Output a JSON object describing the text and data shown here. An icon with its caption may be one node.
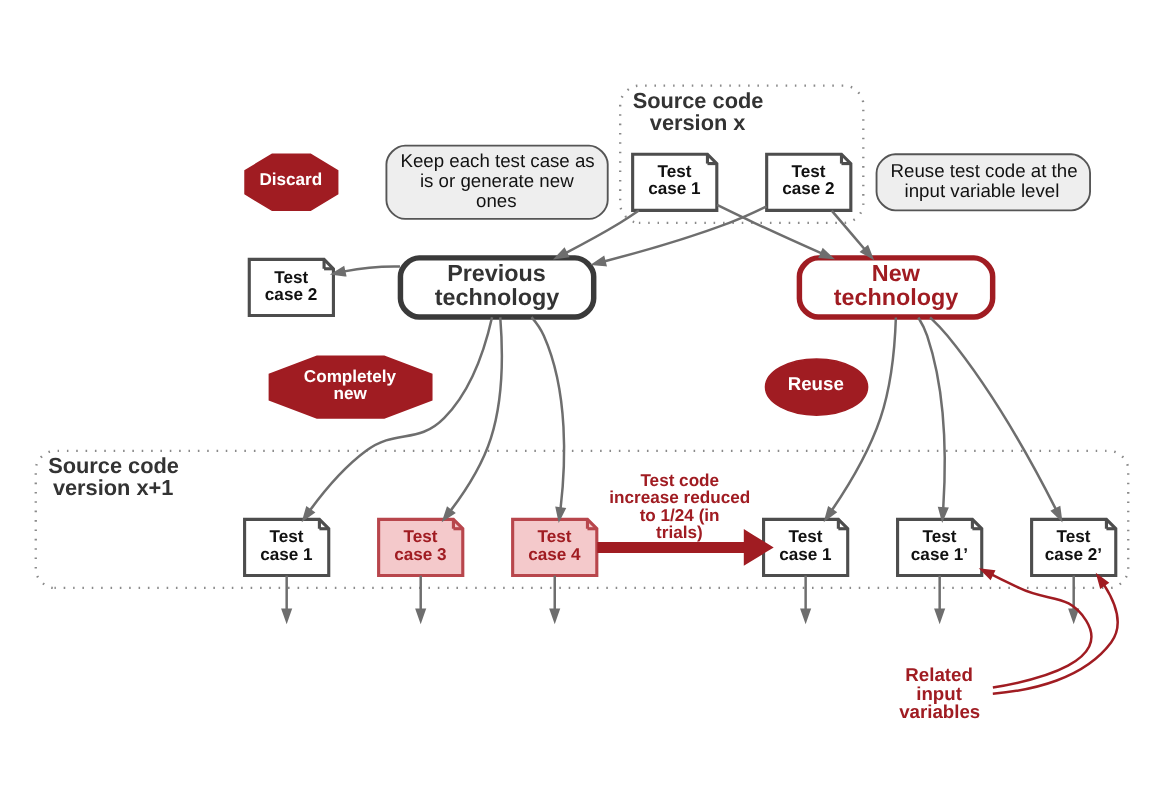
{
  "diagram": {
    "nodes": [
      {
        "text": [
          "Source code version x"
        ]
      },
      {
        "text": [
          "Test case 1"
        ],
        "in": 0
      },
      {
        "text": [
          "Test case 2"
        ],
        "in": 0
      },
      {
        "text": [
          "Keep each test case as is or generate new ones"
        ]
      },
      {
        "text": [
          "Reuse test code at the input variable level"
        ]
      },
      {
        "text": [
          "Discard"
        ]
      },
      {
        "text": [
          "Previous technology"
        ]
      },
      {
        "text": [
          "New technology"
        ]
      },
      {
        "text": [
          "Test case 2"
        ]
      },
      {
        "text": [
          "Completely new"
        ]
      },
      {
        "text": [
          "Reuse"
        ]
      },
      {
        "text": [
          "Source code version x+1"
        ]
      },
      {
        "text": [
          "Test case 1"
        ],
        "in": 11
      },
      {
        "text": [
          "Test case 3"
        ],
        "in": 11
      },
      {
        "text": [
          "Test case 4"
        ],
        "in": 11
      },
      {
        "text": [
          "Test case 1"
        ],
        "in": 11
      },
      {
        "text": [
          "Test case 1’"
        ],
        "in": 11
      },
      {
        "text": [
          "Test case 2’"
        ],
        "in": 11
      },
      {
        "text": [
          "Related input variables"
        ]
      }
    ],
    "edges": [
      {
        "from": 1,
        "to": 6,
        "arrow": "to"
      },
      {
        "from": 1,
        "to": 7,
        "arrow": "to"
      },
      {
        "from": 2,
        "to": 6,
        "arrow": "to"
      },
      {
        "from": 2,
        "to": 7,
        "arrow": "to"
      },
      {
        "from": 6,
        "to": 8,
        "arrow": "to"
      },
      {
        "from": 6,
        "to": 12,
        "arrow": "to"
      },
      {
        "from": 6,
        "to": 13,
        "arrow": "to"
      },
      {
        "from": 6,
        "to": 14,
        "arrow": "to"
      },
      {
        "from": 7,
        "to": 15,
        "arrow": "to"
      },
      {
        "from": 7,
        "to": 16,
        "arrow": "to"
      },
      {
        "from": 7,
        "to": 17,
        "arrow": "to"
      },
      {
        "from": 14,
        "to": 15,
        "arrow": "to",
        "label": "Test code increase reduced to 1/24 (in trials)",
        "style": "thick",
        "color": "#a01c22"
      },
      {
        "from": 18,
        "to": 16,
        "arrow": "to",
        "color": "#a01c22"
      },
      {
        "from": 18,
        "to": 17,
        "arrow": "to",
        "color": "#a01c22"
      },
      {
        "from": 12,
        "to": null,
        "arrow": "to"
      },
      {
        "from": 13,
        "to": null,
        "arrow": "to"
      },
      {
        "from": 14,
        "to": null,
        "arrow": "to"
      },
      {
        "from": 15,
        "to": null,
        "arrow": "to"
      },
      {
        "from": 16,
        "to": null,
        "arrow": "to"
      },
      {
        "from": 17,
        "to": null,
        "arrow": "to"
      }
    ]
  }
}
